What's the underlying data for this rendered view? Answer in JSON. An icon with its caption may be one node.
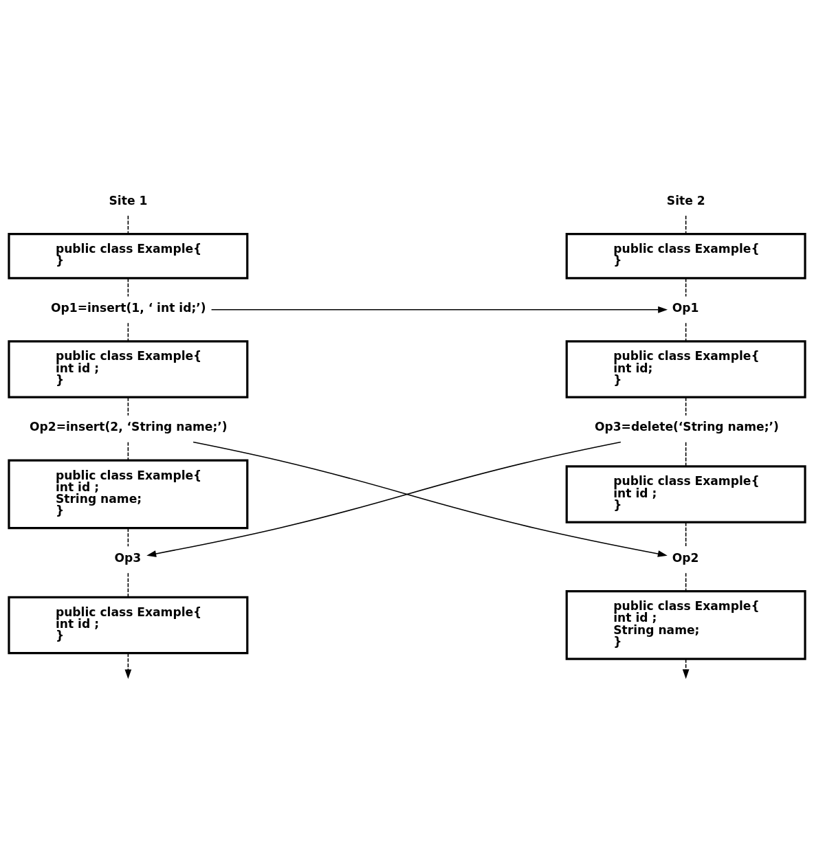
{
  "diagram": {
    "nodes": [
      {
        "text": [
          "Site 1"
        ]
      },
      {
        "text": [
          "Site 2"
        ]
      },
      {
        "text": [
          "public class Example{",
          "}"
        ]
      },
      {
        "text": [
          "Op1=insert(1, ‘ int id;’)"
        ]
      },
      {
        "text": [
          "public class Example{",
          "int id ;",
          "}"
        ]
      },
      {
        "text": [
          "Op2=insert(2, ‘String name;’)"
        ]
      },
      {
        "text": [
          "public class Example{",
          "int id ;",
          "String name;",
          "}"
        ]
      },
      {
        "text": [
          "Op3"
        ]
      },
      {
        "text": [
          "public class Example{",
          "int id ;",
          "}"
        ]
      },
      {
        "text": [
          "public class Example{",
          "}"
        ]
      },
      {
        "text": [
          "Op1"
        ]
      },
      {
        "text": [
          "public class Example{",
          "int id;",
          "}"
        ]
      },
      {
        "text": [
          "Op3=delete(‘String name;’)"
        ]
      },
      {
        "text": [
          "public class Example{",
          "int id ;",
          "}"
        ]
      },
      {
        "text": [
          "Op2"
        ]
      },
      {
        "text": [
          "public class Example{",
          "int id ;",
          "String name;",
          "}"
        ]
      }
    ],
    "edges": [
      {
        "from": 0,
        "to": 2,
        "arrow": "none",
        "style": "dashed"
      },
      {
        "from": 2,
        "to": 3,
        "arrow": "none",
        "style": "dashed"
      },
      {
        "from": 3,
        "to": 4,
        "arrow": "none",
        "style": "dashed"
      },
      {
        "from": 4,
        "to": 5,
        "arrow": "none",
        "style": "dashed"
      },
      {
        "from": 5,
        "to": 6,
        "arrow": "none",
        "style": "dashed"
      },
      {
        "from": 6,
        "to": 7,
        "arrow": "none",
        "style": "dashed"
      },
      {
        "from": 7,
        "to": 8,
        "arrow": "none",
        "style": "dashed"
      },
      {
        "from": 8,
        "to": null,
        "arrow": "to",
        "style": "dashed"
      },
      {
        "from": 1,
        "to": 9,
        "arrow": "none",
        "style": "dashed"
      },
      {
        "from": 9,
        "to": 10,
        "arrow": "none",
        "style": "dashed"
      },
      {
        "from": 10,
        "to": 11,
        "arrow": "none",
        "style": "dashed"
      },
      {
        "from": 11,
        "to": 12,
        "arrow": "none",
        "style": "dashed"
      },
      {
        "from": 12,
        "to": 13,
        "arrow": "none",
        "style": "dashed"
      },
      {
        "from": 13,
        "to": 14,
        "arrow": "none",
        "style": "dashed"
      },
      {
        "from": 14,
        "to": 15,
        "arrow": "none",
        "style": "dashed"
      },
      {
        "from": 15,
        "to": null,
        "arrow": "to",
        "style": "dashed"
      },
      {
        "from": 3,
        "to": 10,
        "arrow": "to"
      },
      {
        "from": 5,
        "to": 14,
        "arrow": "to"
      },
      {
        "from": 12,
        "to": 7,
        "arrow": "to"
      }
    ]
  }
}
